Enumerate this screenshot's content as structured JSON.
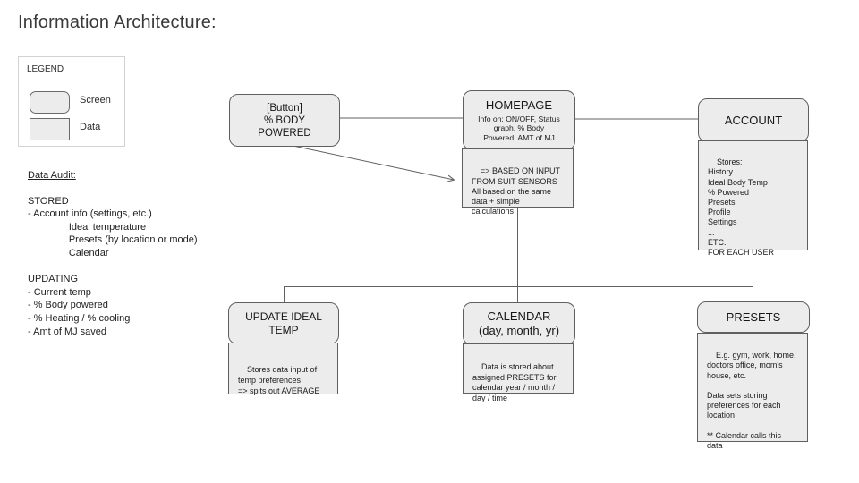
{
  "title": "Information Architecture:",
  "legend": {
    "title": "LEGEND",
    "screen_label": "Screen",
    "data_label": "Data"
  },
  "data_audit": {
    "heading": "Data Audit:",
    "body": "STORED\n- Account info (settings, etc.)\n               Ideal temperature\n               Presets (by location or mode)\n               Calendar\n\nUPDATING\n- Current temp\n- % Body powered\n- % Heating / % cooling\n- Amt of MJ saved"
  },
  "nodes": {
    "body_powered_button": {
      "title": "[Button]\n% BODY\nPOWERED"
    },
    "homepage": {
      "title": "HOMEPAGE",
      "subtitle": "Info on: ON/OFF, Status\ngraph, % Body\nPowered, AMT of MJ"
    },
    "homepage_data": {
      "text": "=> BASED ON INPUT\nFROM SUIT SENSORS\nAll based on the same\ndata + simple\ncalculations"
    },
    "account": {
      "title": "ACCOUNT"
    },
    "account_data": {
      "text": "Stores:\nHistory\nIdeal Body Temp\n% Powered\nPresets\nProfile\nSettings\n...\nETC.\nFOR EACH USER"
    },
    "update_ideal_temp": {
      "title": "UPDATE IDEAL\nTEMP"
    },
    "update_ideal_temp_data": {
      "text": "Stores data input of\ntemp preferences\n=> spits out AVERAGE"
    },
    "calendar": {
      "title": "CALENDAR\n(day, month, yr)"
    },
    "calendar_data": {
      "text": "Data is stored about\nassigned PRESETS for\ncalendar year / month /\nday / time"
    },
    "presets": {
      "title": "PRESETS"
    },
    "presets_data": {
      "text": "E.g. gym, work, home,\ndoctors office, mom's\nhouse, etc.\n\nData sets storing\npreferences for each\nlocation\n\n** Calendar calls this\ndata"
    }
  },
  "colors": {
    "node_fill": "#ececec",
    "node_border": "#5f5f5f",
    "connector": "#616161",
    "text": "#1f1f1f"
  }
}
